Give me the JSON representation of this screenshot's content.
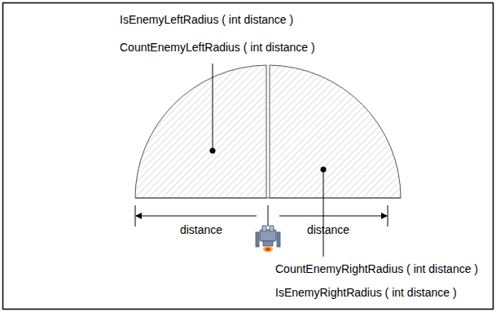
{
  "diagram": {
    "labels": [
      "IsEnemyLeftRadius ( int distance )",
      "CountEnemyLeftRadius ( int distance )",
      "distance",
      "distance",
      "CountEnemyRightRadius ( int distance )",
      "IsEnemyRightRadius ( int distance )"
    ]
  }
}
